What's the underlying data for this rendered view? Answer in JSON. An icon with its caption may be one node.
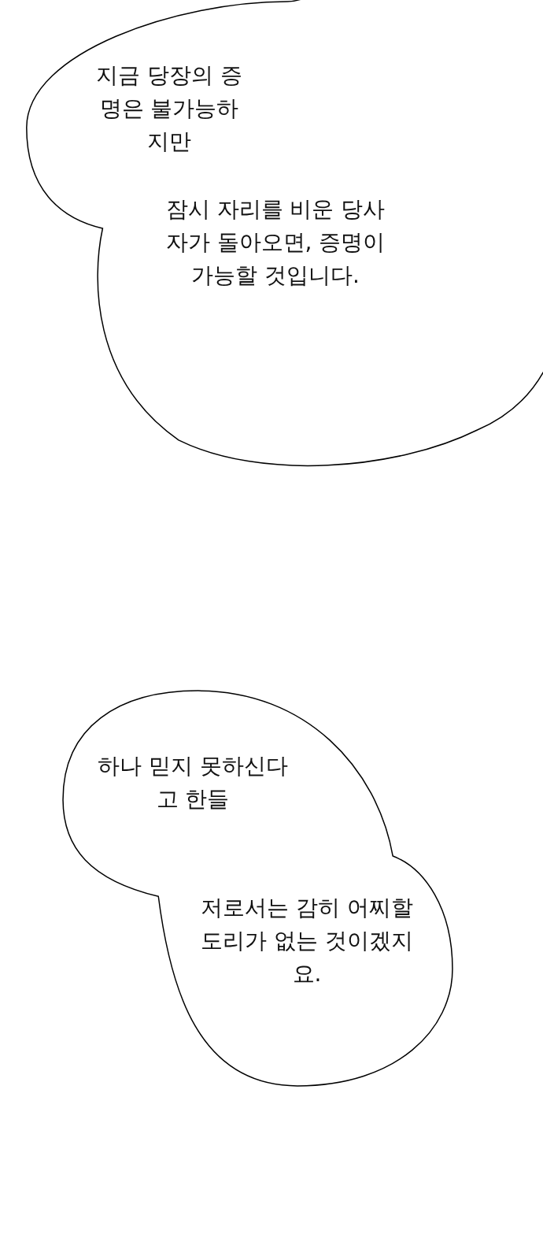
{
  "diagram": {
    "nodes": [
      {
        "text": [
          "지금 당장의 증명은 불가능하지만",
          "잠시 자리를 비운 당사자가 돌아오면, 증명이 가능할 것입니다."
        ]
      },
      {
        "text": [
          "하나 믿지 못하신다고 한들",
          "저로서는 감히 어찌할 도리가 없는 것이겠지요."
        ]
      }
    ]
  }
}
